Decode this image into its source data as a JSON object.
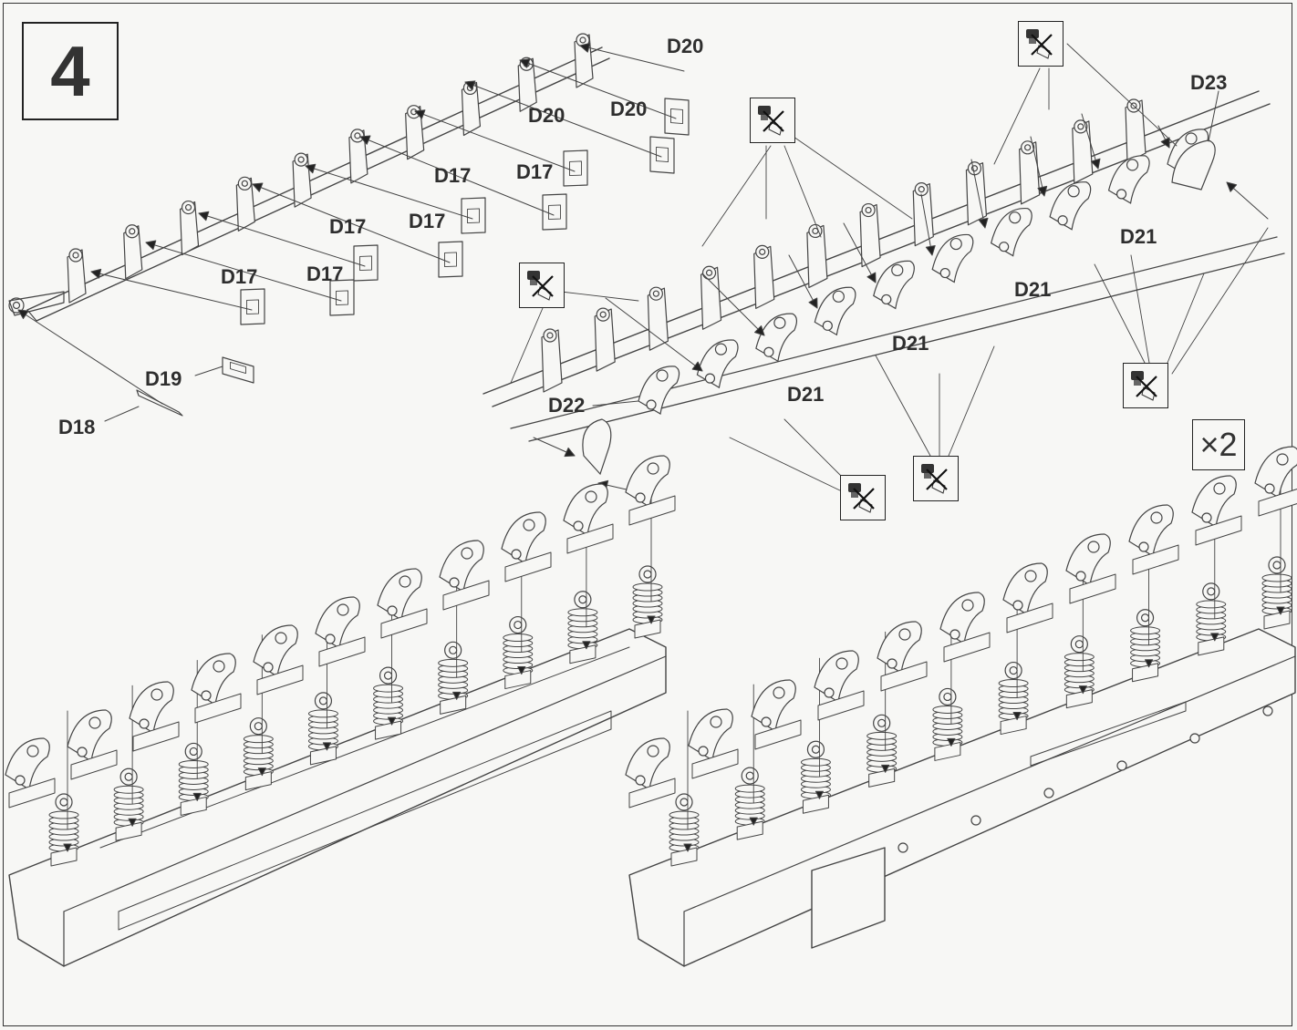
{
  "step": {
    "number": "4"
  },
  "quantity": {
    "text": "×2"
  },
  "labels": {
    "d20_a": "D20",
    "d20_b": "D20",
    "d20_c": "D20",
    "d17_a": "D17",
    "d17_b": "D17",
    "d17_c": "D17",
    "d17_d": "D17",
    "d17_e": "D17",
    "d17_f": "D17",
    "d19": "D19",
    "d18": "D18",
    "d22": "D22",
    "d23": "D23",
    "d21_a": "D21",
    "d21_b": "D21",
    "d21_c": "D21",
    "d21_d": "D21"
  },
  "icons": {
    "no_glue": "no-glue-icon"
  },
  "colors": {
    "ink": "#2e2e2e",
    "paper": "#f7f7f5",
    "line": "#444444"
  }
}
